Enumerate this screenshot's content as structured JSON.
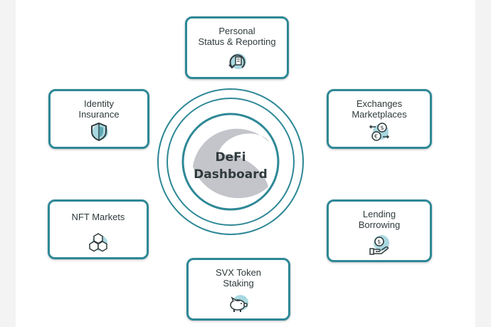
{
  "hub": {
    "line1": "DeFi",
    "line2": "Dashboard"
  },
  "boxes": [
    {
      "id": "personal",
      "label": "Personal\nStatus & Reporting",
      "icon": "refresh-report-icon"
    },
    {
      "id": "identity",
      "label": "Identity\nInsurance",
      "icon": "shield-icon"
    },
    {
      "id": "exchanges",
      "label": "Exchanges\nMarketplaces",
      "icon": "currency-exchange-icon"
    },
    {
      "id": "nft",
      "label": "NFT Markets",
      "icon": "hexagon-cubes-icon"
    },
    {
      "id": "lending",
      "label": "Lending\nBorrowing",
      "icon": "hand-coin-icon"
    },
    {
      "id": "svx",
      "label": "SVX Token\nStaking",
      "icon": "piggy-bank-icon"
    }
  ],
  "colors": {
    "border": "#2e8896",
    "icon_fill": "#a9d8e0",
    "hub_gray": "#c4c5cb",
    "text": "#2f3a3c"
  }
}
